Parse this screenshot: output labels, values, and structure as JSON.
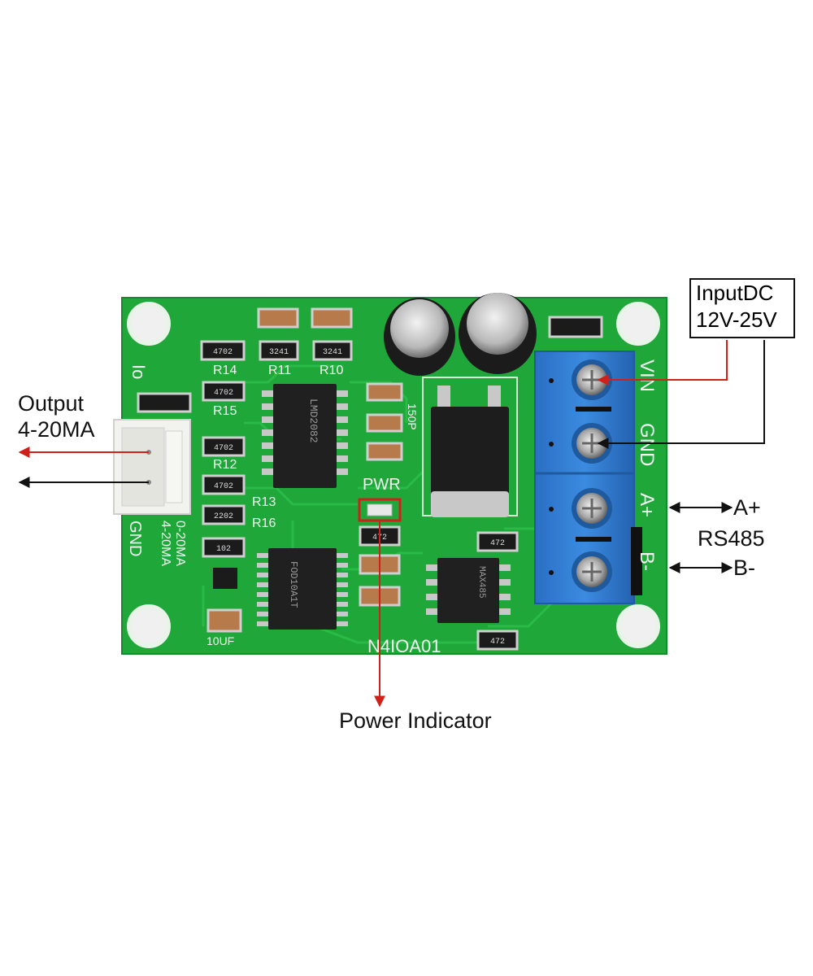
{
  "annotations": {
    "output_line1": "Output",
    "output_line2": "4-20MA",
    "input_line1": "InputDC",
    "input_line2": "12V-25V",
    "a_plus": "A+",
    "rs485": "RS485",
    "b_minus": "B-",
    "power_indicator": "Power Indicator"
  },
  "board_labels": {
    "io": "Io",
    "gnd_left": "GND",
    "range_1": "4-20MA",
    "range_2": "0-20MA",
    "r14": "R14",
    "r11": "R11",
    "r10": "R10",
    "r15": "R15",
    "r12": "R12",
    "r13": "R13",
    "r16": "R16",
    "cap_150p": "150P",
    "pwr": "PWR",
    "cap_10uf": "10UF",
    "board_name": "N4IOA01",
    "terminal_vin": "VIN",
    "terminal_gnd": "GND",
    "terminal_a": "A+",
    "terminal_b": "B-",
    "res_4702": "4702",
    "res_3241a": "3241",
    "res_3241b": "3241",
    "res_4702b": "4702",
    "res_4702c": "4702",
    "res_4702d": "4702",
    "res_2202": "2202",
    "res_102": "102",
    "res_472a": "472",
    "res_472b": "472",
    "res_472c": "472",
    "ic1_text": "LMD2082",
    "ic2_text": "FOD10A1T",
    "ic3_text": "MAX485"
  },
  "colors": {
    "pcb": "#1fa73a",
    "terminal": "#2f7fd6",
    "arrow_red": "#d0201a",
    "arrow_black": "#111111"
  }
}
